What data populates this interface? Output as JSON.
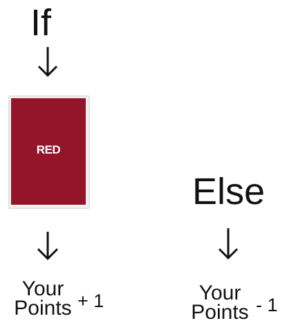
{
  "if_label": "If",
  "else_label": "Else",
  "card": {
    "text": "RED",
    "color": "#94152a"
  },
  "outcome_if": {
    "line1": "Your",
    "line2": "Points",
    "delta": "+ 1"
  },
  "outcome_else": {
    "line1": "Your",
    "line2": "Points",
    "delta": "- 1"
  },
  "icons": [
    "arrow-down-icon"
  ]
}
